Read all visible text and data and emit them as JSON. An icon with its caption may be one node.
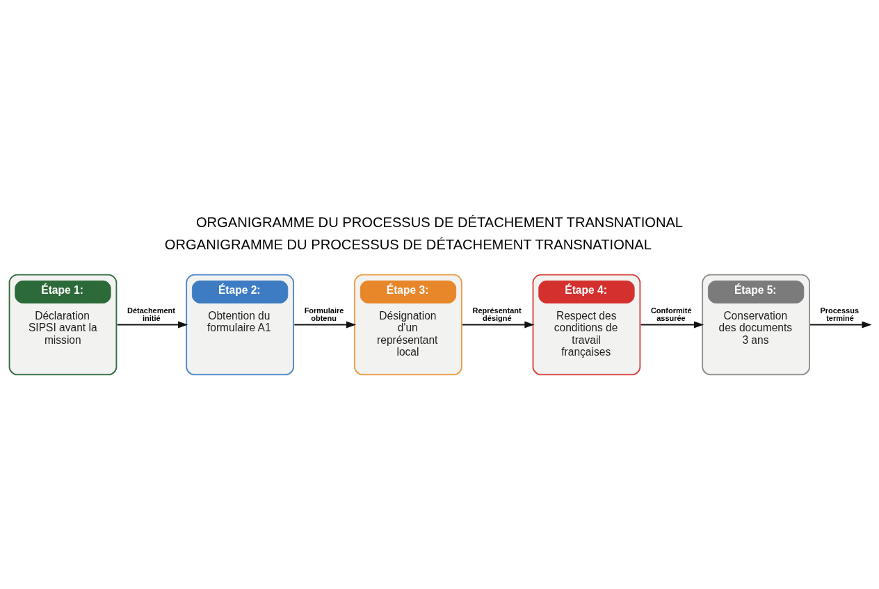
{
  "diagram": {
    "title": "ORGANIGRAMME DU PROCESSUS DE DÉTACHEMENT TRANSNATIONAL",
    "nodes": [
      {
        "text": [
          "Étape 1:",
          "Déclaration SIPSI avant la mission"
        ]
      },
      {
        "text": [
          "Étape 2:",
          "Obtention du formulaire A1"
        ]
      },
      {
        "text": [
          "Étape 3:",
          "Désignation d'un représentant local"
        ]
      },
      {
        "text": [
          "Étape 4:",
          "Respect des conditions de travail françaises"
        ]
      },
      {
        "text": [
          "Étape 5:",
          "Conservation des documents 3 ans"
        ]
      }
    ],
    "edges": [
      {
        "from": 0,
        "to": 1,
        "arrow": "to",
        "label": "Détachement initié"
      },
      {
        "from": 1,
        "to": 2,
        "arrow": "to",
        "label": "Formulaire obtenu"
      },
      {
        "from": 2,
        "to": 3,
        "arrow": "to",
        "label": "Représentant désigné"
      },
      {
        "from": 3,
        "to": 4,
        "arrow": "to",
        "label": "Conformité assurée"
      },
      {
        "from": 4,
        "to": null,
        "arrow": "to",
        "label": "Processus terminé"
      }
    ],
    "labels": [
      "ORGANIGRAMME DU PROCESSUS DE DÉTACHEMENT TRANSNATIONAL"
    ]
  }
}
